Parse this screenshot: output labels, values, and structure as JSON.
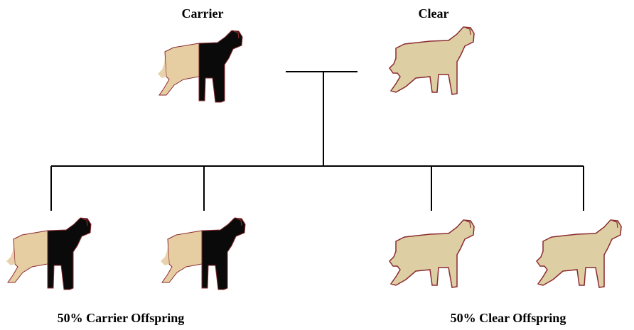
{
  "parents": {
    "carrier": {
      "label": "Carrier",
      "type": "carrier",
      "icon": "carrier-dog-icon"
    },
    "clear": {
      "label": "Clear",
      "type": "clear",
      "icon": "clear-dog-icon"
    }
  },
  "offspring": {
    "carrier_group": {
      "label": "50% Carrier Offspring",
      "count": 2,
      "type": "carrier"
    },
    "clear_group": {
      "label": "50% Clear Offspring",
      "count": 2,
      "type": "clear"
    }
  },
  "colors": {
    "tan": "#E6CDA2",
    "wheaten": "#DDCFA3",
    "black": "#0A0A0A",
    "outline": "#8B2A30",
    "line": "#000000"
  }
}
